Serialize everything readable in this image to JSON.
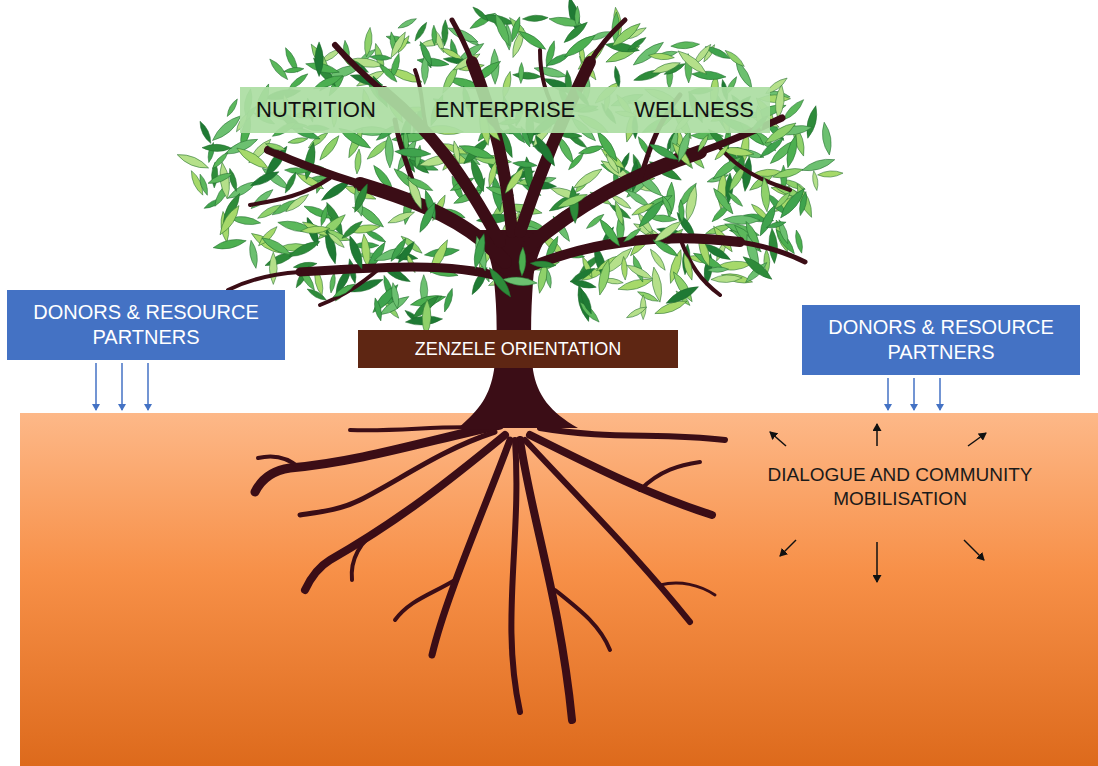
{
  "diagram": {
    "nodes": [
      {
        "text": [
          "NUTRITION",
          "ENTERPRISE",
          "WELLNESS"
        ]
      },
      {
        "text": [
          "DONORS & RESOURCE PARTNERS"
        ]
      },
      {
        "text": [
          "ZENZELE ORIENTATION"
        ]
      },
      {
        "text": [
          "DONORS & RESOURCE PARTNERS"
        ]
      },
      {
        "text": [
          "DIALOGUE AND COMMUNITY MOBILISATION"
        ]
      }
    ]
  }
}
